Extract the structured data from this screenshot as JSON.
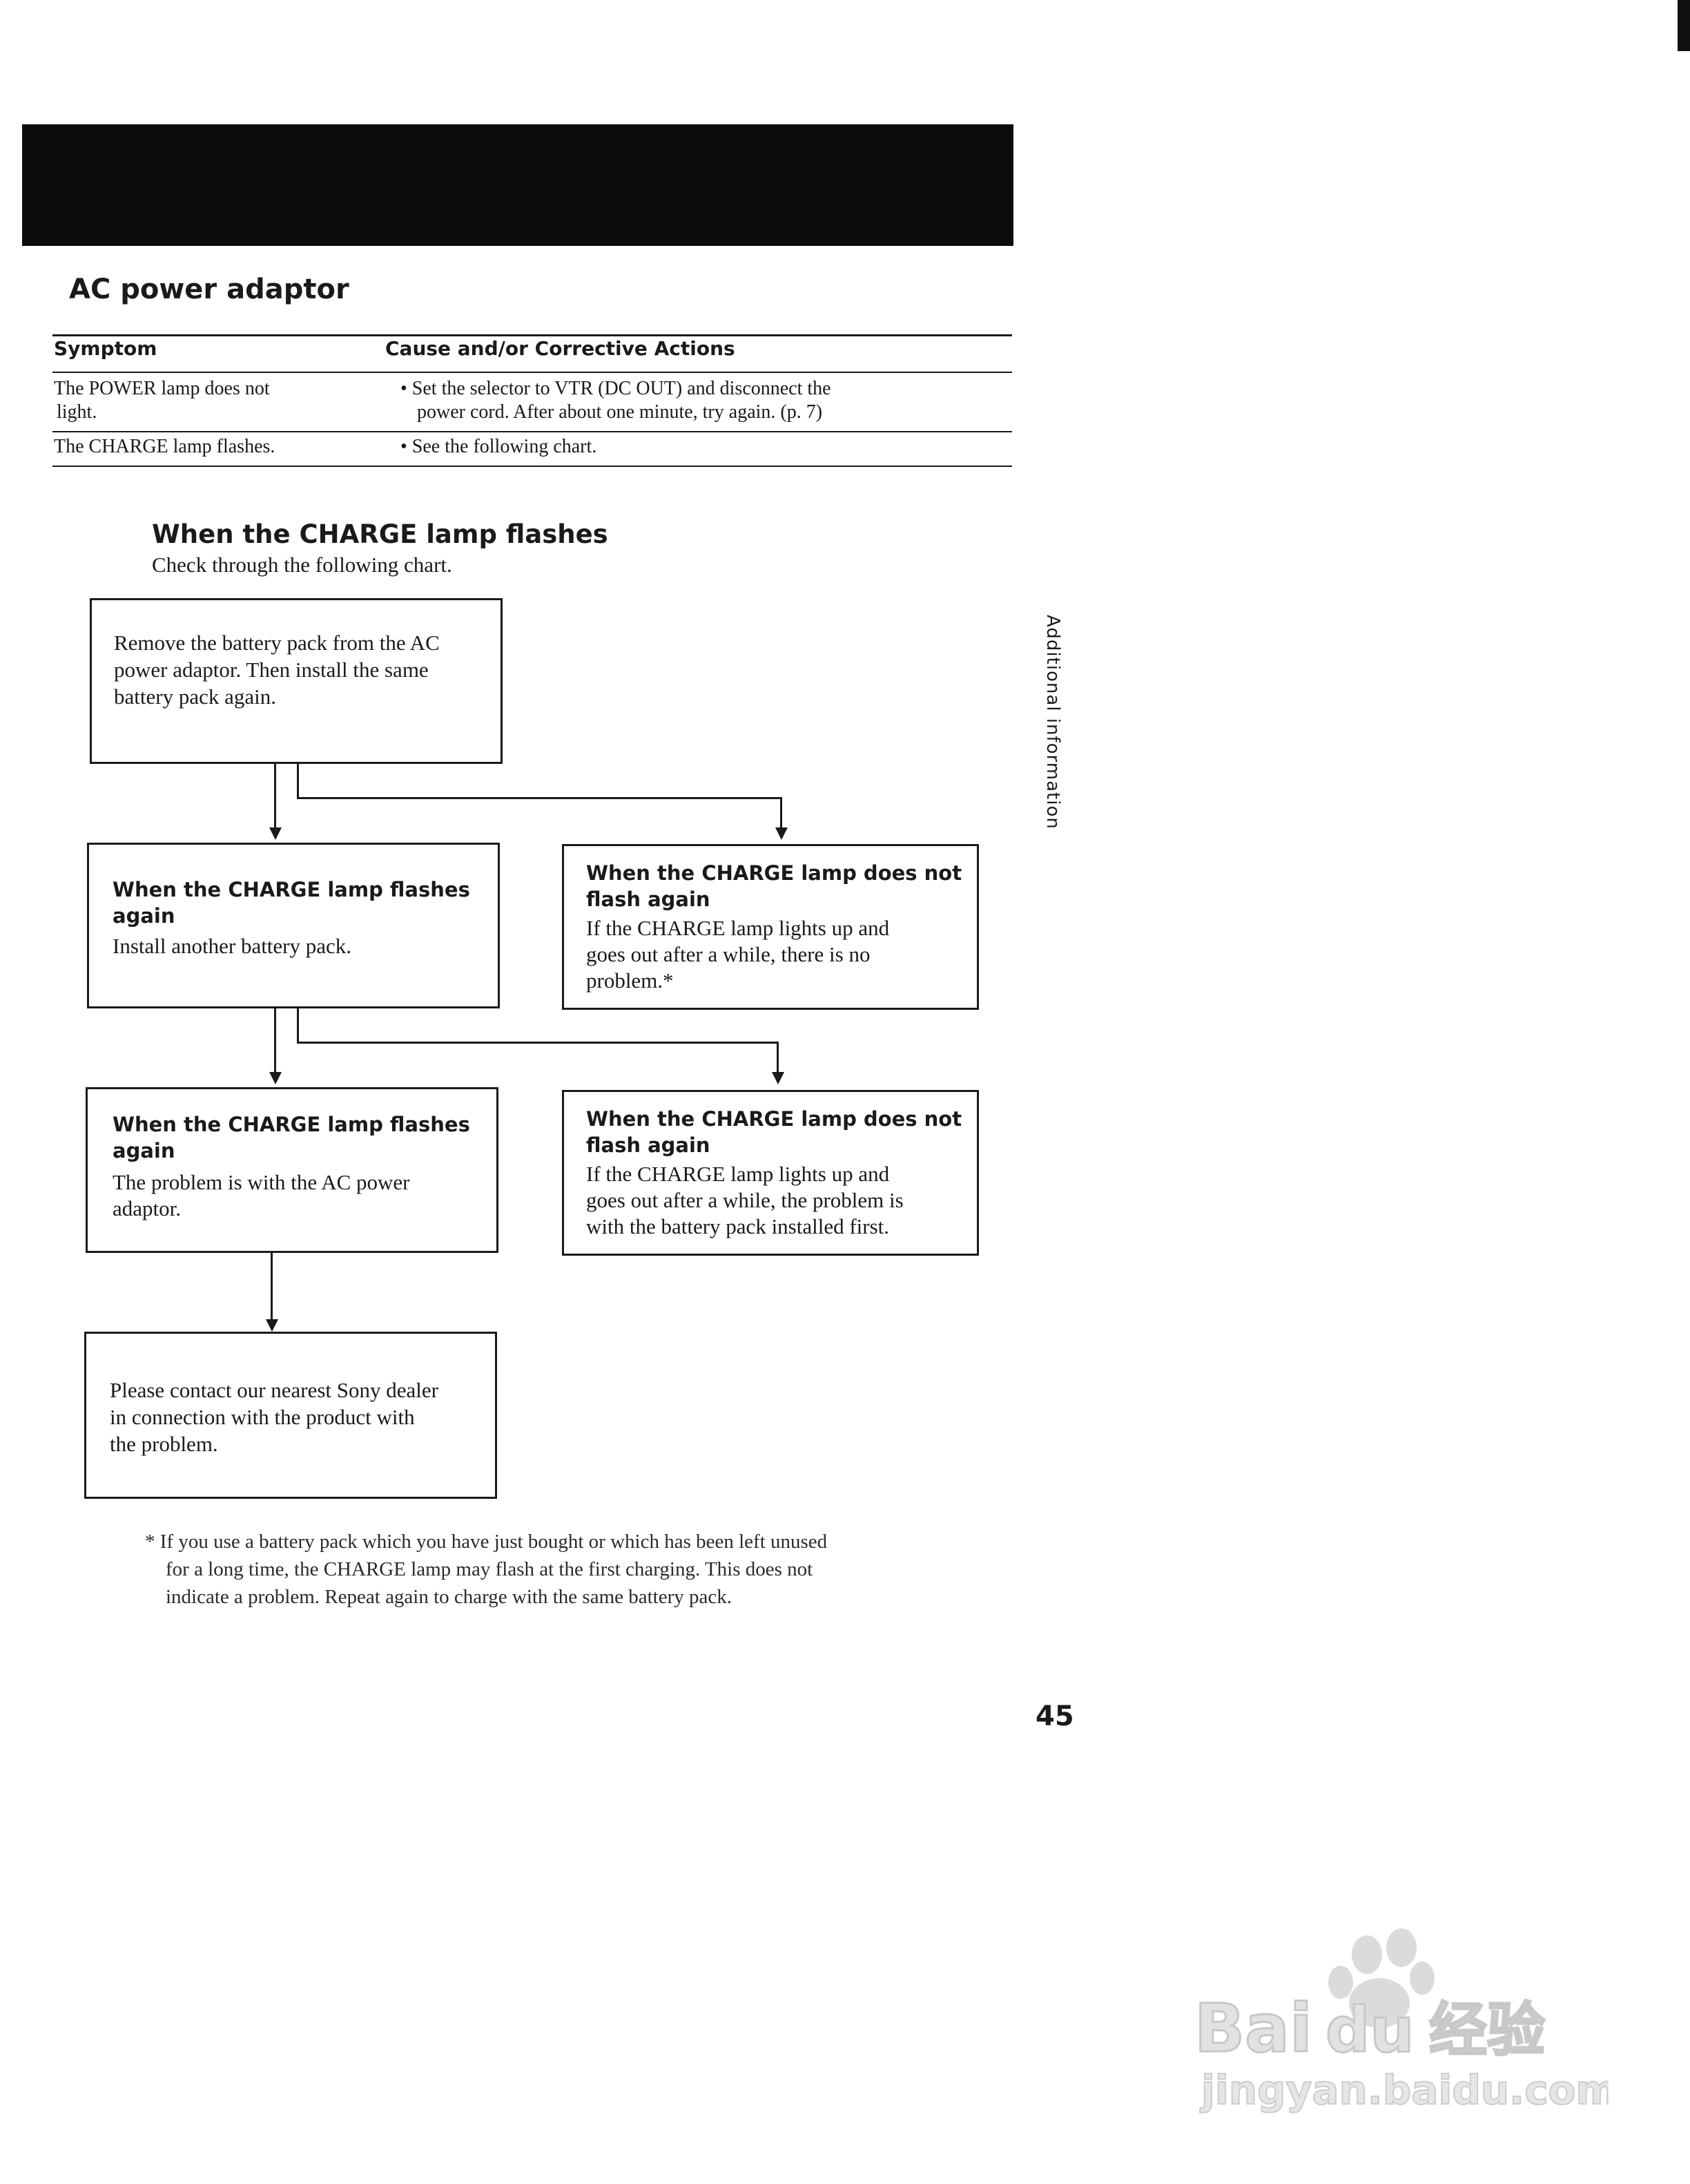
{
  "section_title": "AC power adaptor",
  "table": {
    "headers": [
      "Symptom",
      "Cause and/or Corrective Actions"
    ],
    "rows": [
      {
        "symptom": [
          "The POWER lamp does not",
          "light."
        ],
        "action": [
          "• Set the selector to VTR (DC OUT) and disconnect the",
          "power cord. After about one minute, try again. (p. 7)"
        ]
      },
      {
        "symptom": [
          "The CHARGE lamp flashes."
        ],
        "action": [
          "• See the following chart."
        ]
      }
    ]
  },
  "flow": {
    "title": "When the CHARGE lamp flashes",
    "subtitle": "Check through the following chart.",
    "start": [
      "Remove the battery pack from the AC",
      "power adaptor. Then install the same",
      "battery pack again."
    ],
    "left1": {
      "head": [
        "When the CHARGE lamp flashes",
        "again"
      ],
      "body": [
        "Install another battery pack."
      ]
    },
    "right1": {
      "head": [
        "When the CHARGE lamp does not",
        "flash again"
      ],
      "body": [
        "If the CHARGE lamp lights up and",
        "goes out after a while, there is no",
        "problem.*"
      ]
    },
    "left2": {
      "head": [
        "When the CHARGE lamp flashes",
        "again"
      ],
      "body": [
        "The problem is with the AC power",
        "adaptor."
      ]
    },
    "right2": {
      "head": [
        "When the CHARGE lamp does not",
        "flash again"
      ],
      "body": [
        "If the CHARGE lamp lights up and",
        "goes out after a while, the problem is",
        "with the battery pack installed first."
      ]
    },
    "end": [
      "Please contact our nearest Sony dealer",
      "in connection with the product with",
      "the problem."
    ]
  },
  "side_label": "Additional information",
  "footnote": [
    "* If you use a battery pack which you have just bought or which has been left unused",
    "for a long time, the CHARGE lamp may flash at the first charging. This does not",
    "indicate a problem. Repeat again to charge with the same battery pack."
  ],
  "page_number": "45",
  "watermark": {
    "brand": "Bai du 经验",
    "url": "jingyan.baidu.com"
  }
}
